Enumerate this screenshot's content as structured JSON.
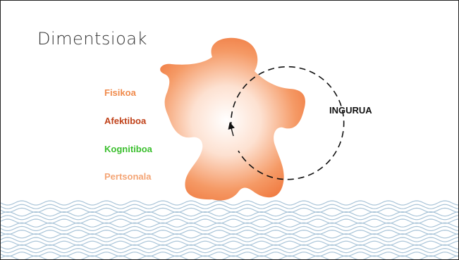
{
  "slide": {
    "title": "Dimentsioak",
    "dimensions": [
      {
        "label": "Fisikoa",
        "color": "#f08a4b"
      },
      {
        "label": "Afektiboa",
        "color": "#c0421a"
      },
      {
        "label": "Kognitiboa",
        "color": "#3bbf2e"
      },
      {
        "label": "Pertsonala",
        "color": "#f4a576"
      }
    ],
    "environment_label": "INGURUA",
    "figure_color": "#f07a3d",
    "wave_color": "#a9c4d8"
  }
}
